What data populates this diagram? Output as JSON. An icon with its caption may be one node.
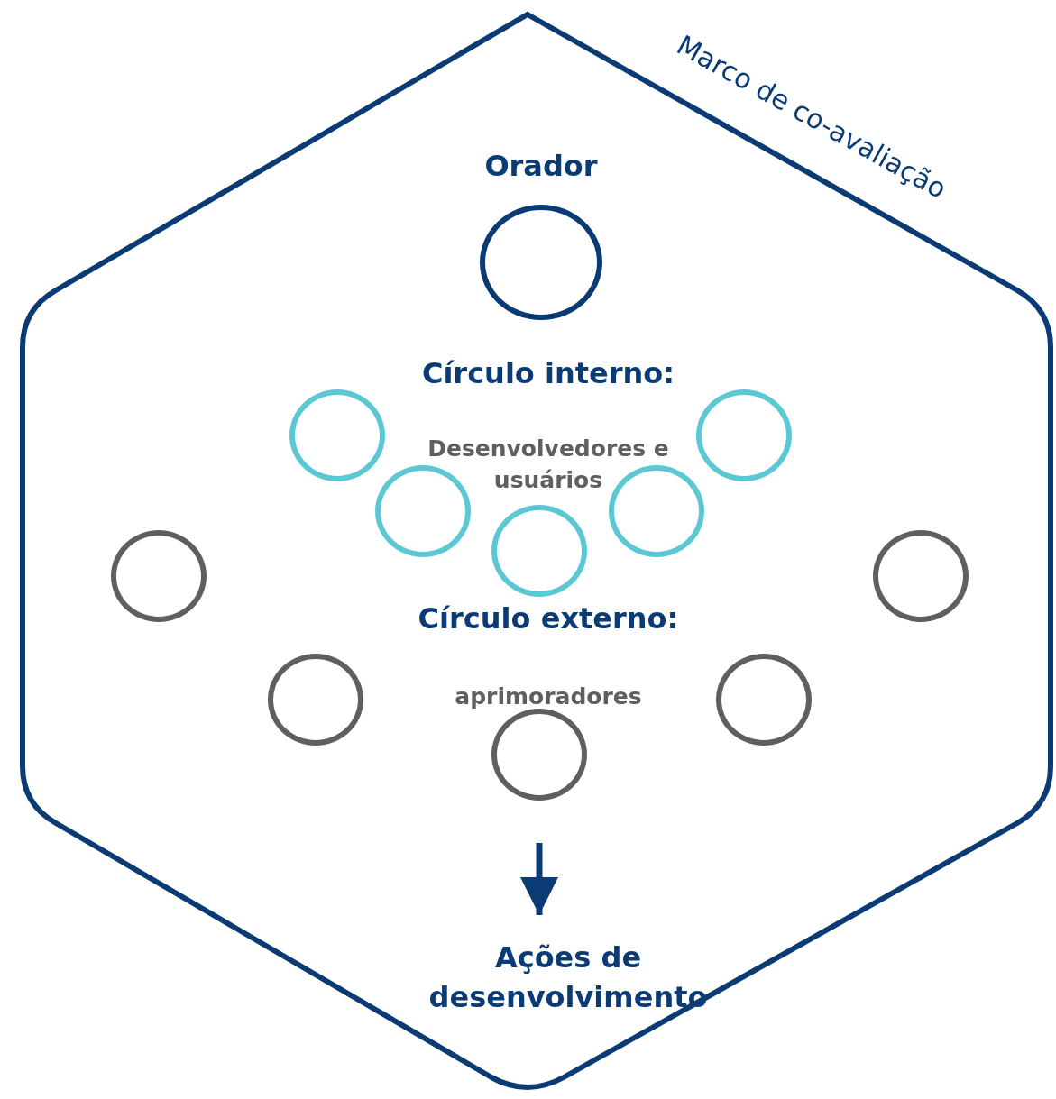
{
  "diagram": {
    "nodes": [
      {
        "text": [
          "Marco de co-avaliação"
        ]
      },
      {
        "text": [
          "Orador"
        ],
        "in": 0
      },
      {
        "text": [],
        "shape": "circle",
        "in": 0
      },
      {
        "text": [],
        "shape": "circle",
        "in": 0
      },
      {
        "text": [],
        "shape": "circle",
        "in": 0
      },
      {
        "text": [],
        "shape": "circle",
        "in": 0
      },
      {
        "text": [],
        "shape": "circle",
        "in": 0
      },
      {
        "text": [],
        "shape": "circle",
        "in": 0
      },
      {
        "text": [],
        "shape": "circle",
        "in": 0
      },
      {
        "text": [],
        "shape": "circle",
        "in": 0
      },
      {
        "text": [],
        "shape": "circle",
        "in": 0
      },
      {
        "text": [],
        "shape": "circle",
        "in": 0
      },
      {
        "text": [
          "Ações de desenvolvimento"
        ],
        "in": 0
      }
    ],
    "edges": [
      {
        "from": null,
        "to": 12,
        "arrow": "to"
      }
    ],
    "labels": [
      "Círculo interno:",
      "Desenvolvedores e usuários",
      "Círculo externo:",
      "aprimoradores"
    ]
  }
}
